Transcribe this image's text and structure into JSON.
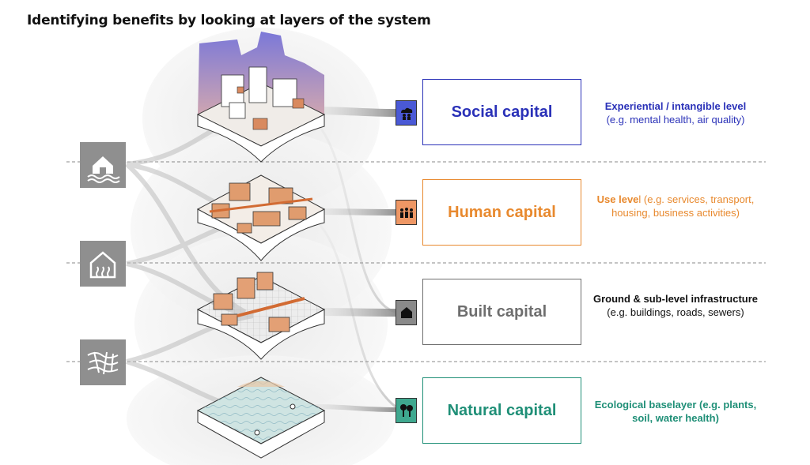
{
  "title": "Identifying benefits by looking at layers of the system",
  "layers": [
    {
      "label": "Social capital",
      "color": "#2a31b8",
      "icon": "people-cloud-icon",
      "description_bold": "Experiential / intangible level",
      "description_rest": "(e.g. mental health, air quality)"
    },
    {
      "label": "Human capital",
      "color": "#e8892e",
      "icon": "crowd-icon",
      "description_bold": "Use leve",
      "description_rest": "l (e.g. services, transport, housing, business activities)"
    },
    {
      "label": "Built capital",
      "color": "#6e6e6e",
      "icon": "house-icon",
      "description_bold": "Ground & sub-level infrastructure",
      "description_rest": " (e.g. buildings, roads, sewers)"
    },
    {
      "label": "Natural capital",
      "color": "#1f8f77",
      "icon": "trees-icon",
      "description_bold": "Ecological baselayer (e.g. plants, soil, water health)",
      "description_rest": ""
    }
  ],
  "side_icons": [
    "flood-house-icon",
    "heat-house-icon",
    "soil-network-icon"
  ]
}
